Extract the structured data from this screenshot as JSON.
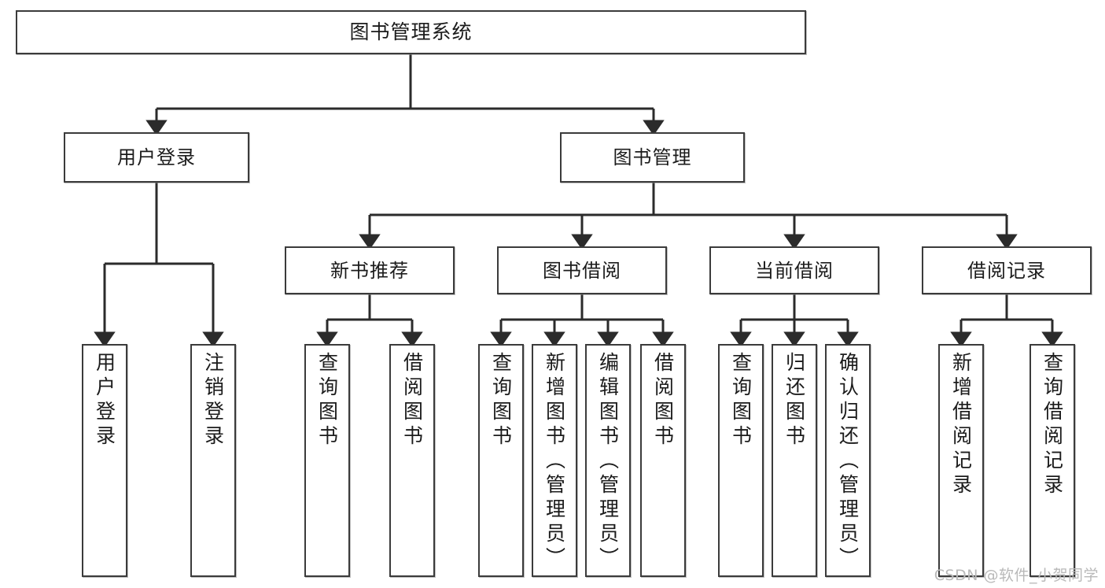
{
  "diagram": {
    "title": "图书管理系统",
    "type": "tree-hierarchy-chart",
    "colors": {
      "box_border": "#3b3b3b",
      "box_fill": "#ffffff",
      "connector": "#2b2b2b",
      "text": "#1b1b1b",
      "watermark": "#b9b9b9"
    },
    "root": {
      "label": "图书管理系统"
    },
    "level1": [
      {
        "label": "用户登录"
      },
      {
        "label": "图书管理"
      }
    ],
    "level2": [
      {
        "label": "新书推荐"
      },
      {
        "label": "图书借阅"
      },
      {
        "label": "当前借阅"
      },
      {
        "label": "借阅记录"
      }
    ],
    "leaves": {
      "user_login": [
        {
          "label": "用户登录"
        },
        {
          "label": "注销登录"
        }
      ],
      "new_book_recommend": [
        {
          "label": "查询图书"
        },
        {
          "label": "借阅图书"
        }
      ],
      "book_borrow": [
        {
          "label": "查询图书"
        },
        {
          "label": "新增图书（管理员）"
        },
        {
          "label": "编辑图书（管理员）"
        },
        {
          "label": "借阅图书"
        }
      ],
      "current_borrow": [
        {
          "label": "查询图书"
        },
        {
          "label": "归还图书"
        },
        {
          "label": "确认归还（管理员）"
        }
      ],
      "borrow_record": [
        {
          "label": "新增借阅记录"
        },
        {
          "label": "查询借阅记录"
        }
      ]
    }
  },
  "watermark": {
    "text": "CSDN @软件_小贺同学"
  }
}
